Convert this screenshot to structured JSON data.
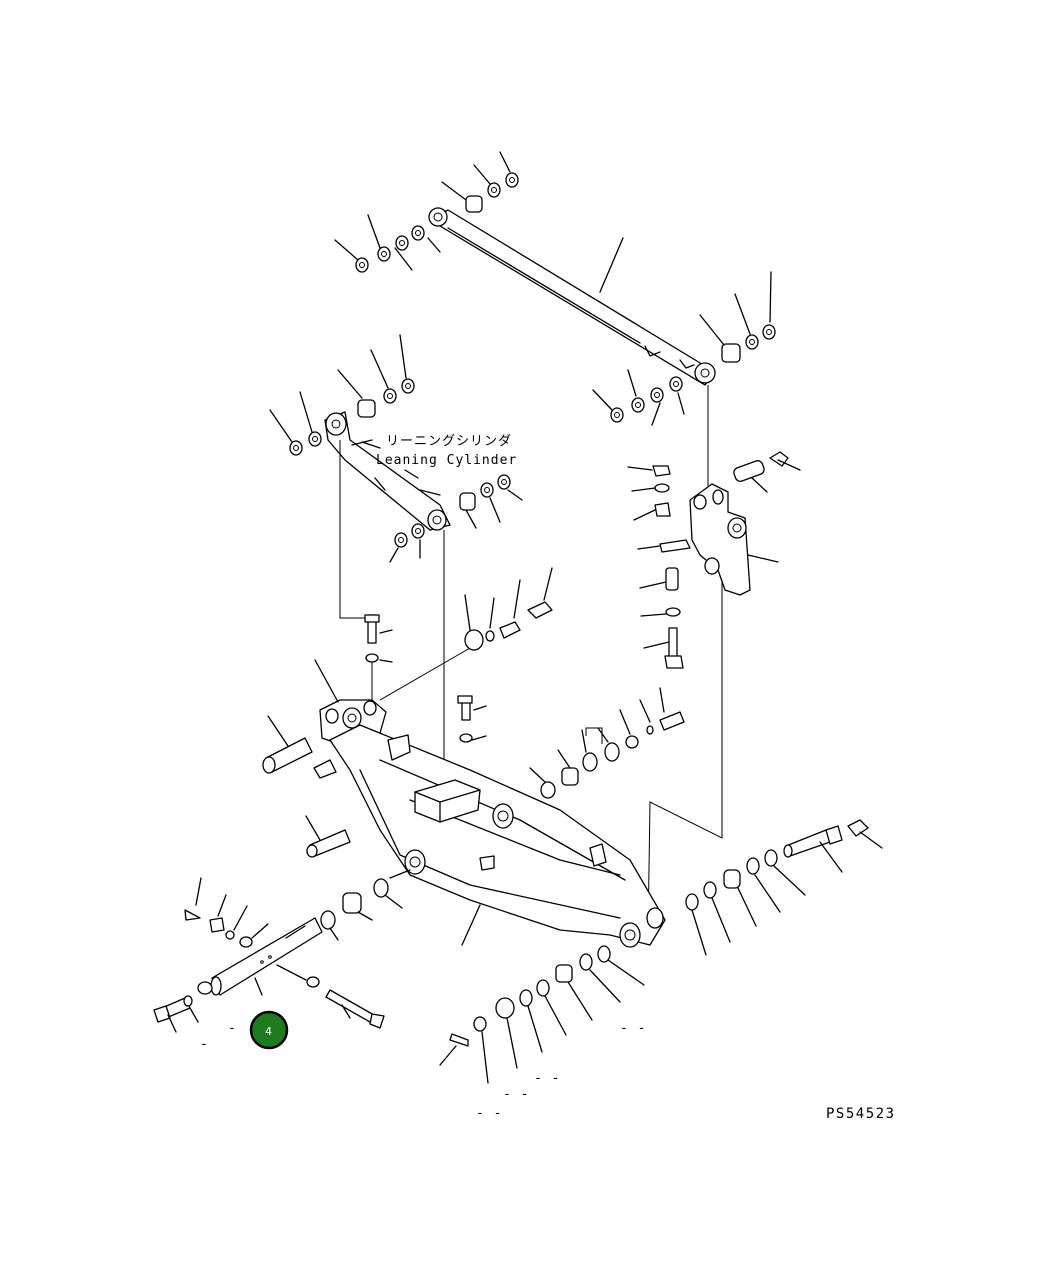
{
  "labels": {
    "part_name_jp": "リーニングシリンダ",
    "part_name_en": "Leaning Cylinder",
    "drawing_code": "PS54523"
  },
  "callout": {
    "number": "4",
    "color": "#1e7a1e"
  },
  "marks": [
    "- -",
    "- -",
    "- -",
    "-",
    "-",
    "- -"
  ]
}
